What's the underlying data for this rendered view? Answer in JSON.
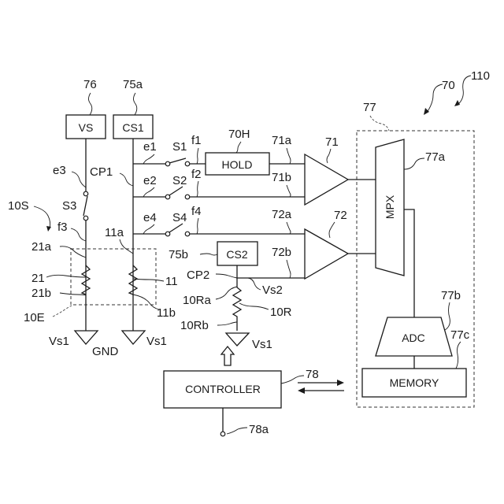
{
  "figure": {
    "system_ref": "110",
    "circuit_ref": "70",
    "processing_unit_ref": "77"
  },
  "blocks": {
    "vs": {
      "label": "VS",
      "ref": "76"
    },
    "cs1": {
      "label": "CS1",
      "ref": "75a"
    },
    "cs2": {
      "label": "CS2",
      "ref": "75b"
    },
    "hold": {
      "label": "HOLD",
      "ref": "70H"
    },
    "mpx": {
      "label": "MPX",
      "ref": "77a"
    },
    "adc": {
      "label": "ADC",
      "ref": "77b"
    },
    "memory": {
      "label": "MEMORY",
      "ref": "77c"
    },
    "controller": {
      "label": "CONTROLLER",
      "ref": "78",
      "terminal_ref": "78a"
    }
  },
  "amplifiers": [
    {
      "ref": "71",
      "input_a": "71a",
      "input_b": "71b"
    },
    {
      "ref": "72",
      "input_a": "72a",
      "input_b": "72b"
    }
  ],
  "switches": {
    "s1": {
      "label": "S1",
      "in": "e1",
      "out": "f1"
    },
    "s2": {
      "label": "S2",
      "in": "e2",
      "out": "f2"
    },
    "s3": {
      "label": "S3",
      "in": "e3",
      "out": "f3"
    },
    "s4": {
      "label": "S4",
      "in": "e4",
      "out": "f4"
    }
  },
  "nodes": {
    "cp1": "CP1",
    "cp2": "CP2",
    "vs2": "Vs2"
  },
  "sensor": {
    "ref": "10S",
    "element_ref": "10E",
    "resistor_21": {
      "ref": "21",
      "top": "21a",
      "bottom": "21b"
    },
    "resistor_11": {
      "ref": "11",
      "top": "11a",
      "bottom": "11b"
    }
  },
  "reference_resistor": {
    "ref": "10R",
    "top": "10Ra",
    "bottom": "10Rb"
  },
  "grounds": {
    "g1": "Vs1",
    "g1_name": "GND",
    "g2": "Vs1",
    "g3": "Vs1"
  }
}
